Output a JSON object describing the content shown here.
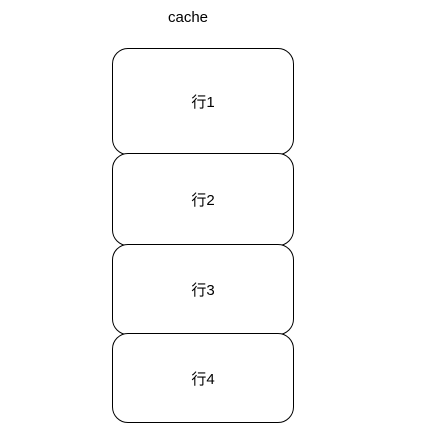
{
  "diagram": {
    "title": "cache",
    "rows": [
      {
        "label": "行1"
      },
      {
        "label": "行2"
      },
      {
        "label": "行3"
      },
      {
        "label": "行4"
      }
    ]
  }
}
